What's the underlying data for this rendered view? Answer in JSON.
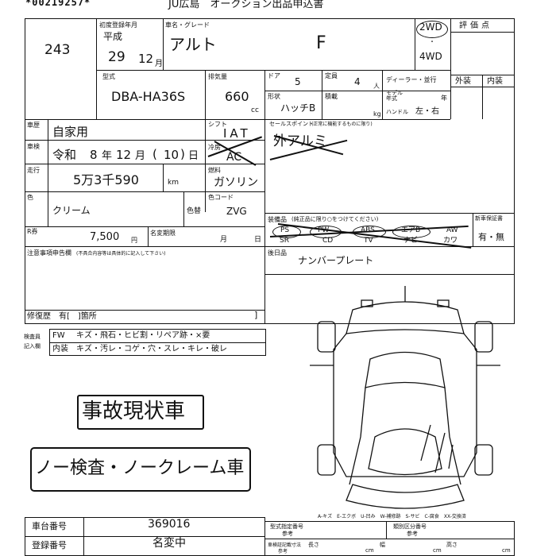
{
  "header": {
    "serial": "*00219257*",
    "title": "JU広島　オークション出品申込書"
  },
  "lot": {
    "number": "243"
  },
  "registration": {
    "label": "初度登録年月",
    "era": "平成",
    "year": "29",
    "month": "12",
    "month_unit": "月"
  },
  "car": {
    "label": "車名・グレード",
    "name": "アルト",
    "grade": "F",
    "model_label": "型式",
    "model": "DBA-HA36S",
    "displacement_label": "排気量",
    "displacement": "660",
    "displacement_unit": "cc"
  },
  "drive": {
    "options": [
      "2WD",
      "4WD"
    ],
    "selected": "2WD"
  },
  "evaluation": {
    "label": "評価点",
    "exterior": "外装",
    "interior": "内装"
  },
  "specs": {
    "doors_label": "ドア",
    "doors": "5",
    "capacity_label": "定員",
    "capacity": "4",
    "capacity_unit": "人",
    "shape_label": "形状",
    "shape": "ハッチB",
    "payload_label": "積載",
    "payload_unit": "kg",
    "dealer_label": "ディーラー・並行",
    "model_year_label": "モデル年式",
    "model_year_unit": "年",
    "handle_label": "ハンドル",
    "handle_value": "左・右"
  },
  "usage": {
    "label": "車歴",
    "value": "自家用"
  },
  "inspection": {
    "label": "車検",
    "era": "令和",
    "year": "8",
    "year_unit": "年",
    "month": "12",
    "month_unit": "月",
    "day": "10",
    "day_unit": "日"
  },
  "mileage": {
    "label": "走行",
    "value": "5万3千590",
    "unit": "km"
  },
  "shift": {
    "label": "シフト",
    "value": "IAT"
  },
  "ac": {
    "label": "冷房",
    "value": "AC"
  },
  "fuel": {
    "label": "燃料",
    "value": "ガソリン"
  },
  "color": {
    "label": "色",
    "value": "クリーム",
    "change_label": "色替",
    "code_label": "色コード",
    "code": "ZVG"
  },
  "recycle": {
    "label": "R券",
    "value": "7,500",
    "unit": "円",
    "change_label": "名変期限",
    "month_unit": "月",
    "day_unit": "日"
  },
  "notes": {
    "label": "注意事項申告欄",
    "hint": "(不具合内容等は具体的に記入して下さい)"
  },
  "repair": {
    "text": "修復歴　有[　]箇所"
  },
  "sales_points": {
    "label": "セールスポイント",
    "hint": "(正常に機能するものに限り)",
    "value": "外アルミ"
  },
  "equipment": {
    "label": "装備品",
    "hint": "(純正品に限り○をつけてください)",
    "items": [
      "PS",
      "PW",
      "ABS",
      "エアB",
      "AW",
      "SR",
      "CD",
      "TV",
      "ナビ",
      "カワ"
    ],
    "new_car_warranty_label": "新車保証書",
    "new_car_warranty_value": "有・無"
  },
  "post_items": {
    "label": "後日品",
    "value": "ナンバープレート"
  },
  "checker_label": "検査員記入欄",
  "checker_rows": [
    {
      "head": "FW",
      "body": "キズ・飛石・ヒビ割・リペア跡・×要"
    },
    {
      "head": "内装",
      "body": "キズ・汚レ・コゲ・穴・スレ・キレ・破レ"
    }
  ],
  "stamps": {
    "accident": "事故現状車",
    "no_claim": "ノー検査・ノークレーム車"
  },
  "legend": "A-キズ　E-エクボ　U-凹み　W-補修跡　S-サビ　C-腐食　XX-交換済",
  "bottom": {
    "chassis_label": "車台番号",
    "chassis_value": "369016",
    "registration_label": "登録番号",
    "registration_value": "名変中",
    "model_cert_label": "型式指定番号",
    "category_label": "類別区分番号",
    "ref_label": "参考",
    "length_label": "長さ",
    "width_label": "幅",
    "height_label": "高さ",
    "size_label": "車検証記載寸法",
    "cm_unit": "cm"
  }
}
